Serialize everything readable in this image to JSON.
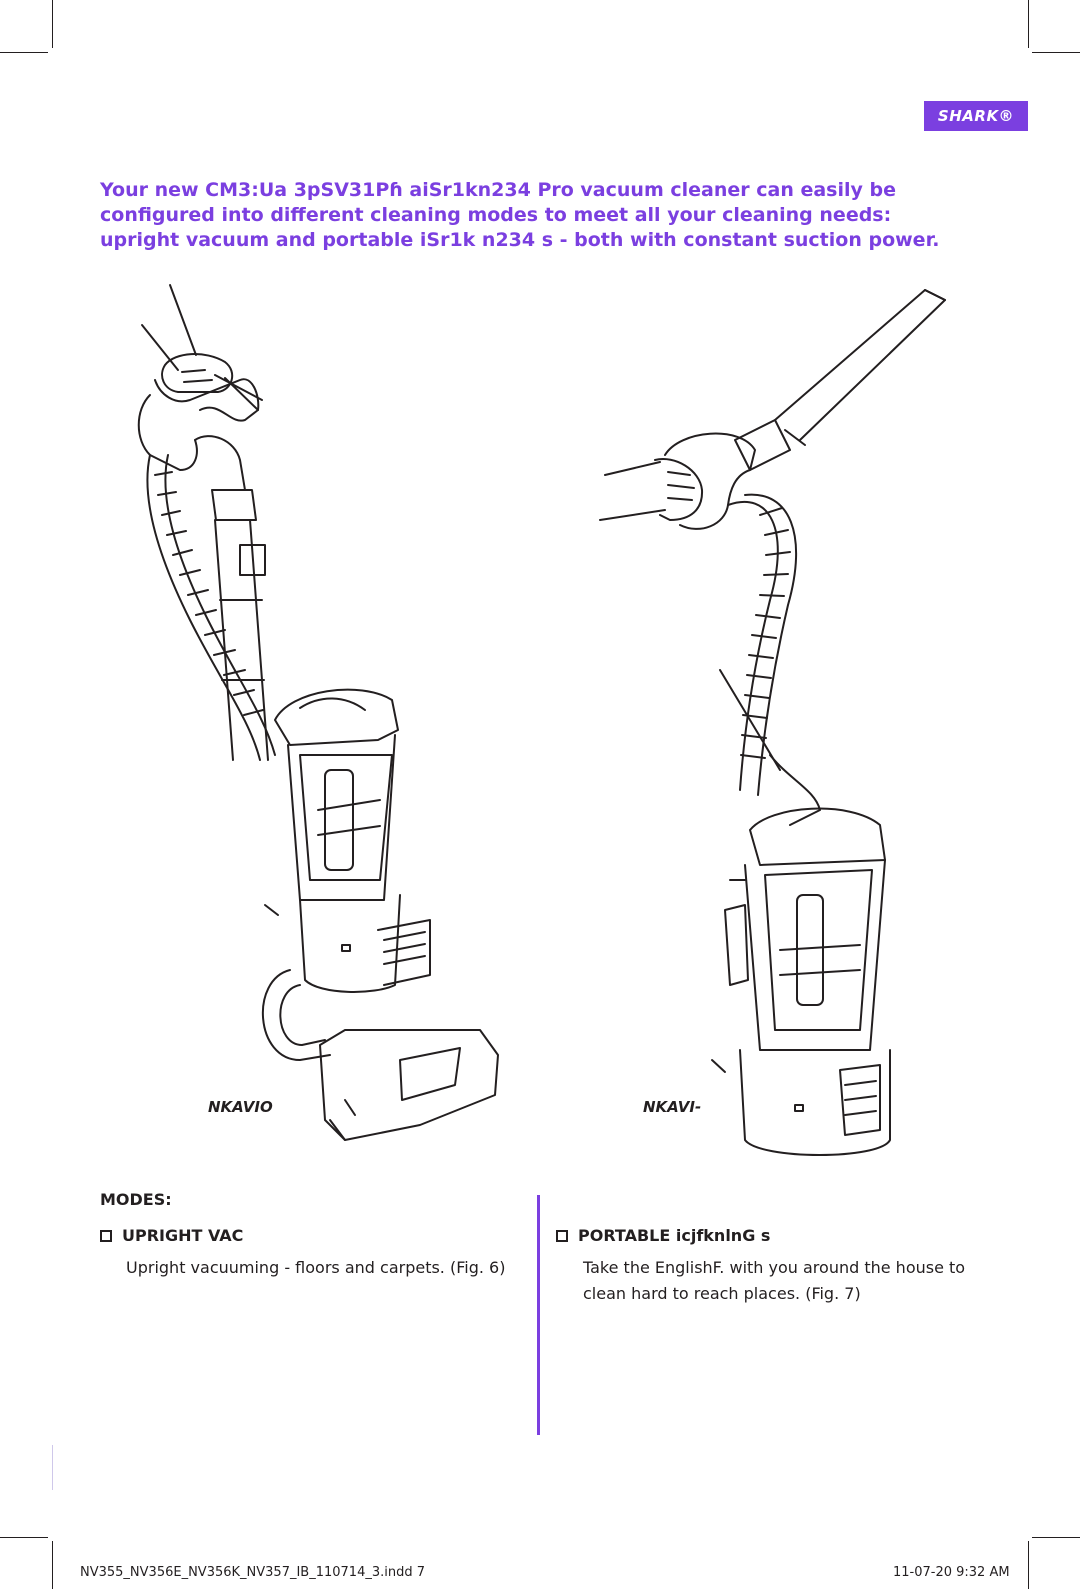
{
  "header": {
    "brand_tab": "SHARK®"
  },
  "intro": {
    "text": "Your new CM3:Ua 3pSV31Pɦ aiSr1kn234 Pro vacuum cleaner can easily be configured into different cleaning modes to meet all your cleaning needs: upright vacuum and portable iSr1k n234 s - both with constant suction power."
  },
  "figures": {
    "fig6_label": "NKAVIO",
    "fig7_label": "NKAVI-"
  },
  "modes": {
    "title": "MODES:",
    "upright": {
      "heading": "UPRIGHT VAC",
      "description": "Upright vacuuming - floors and carpets. (Fig. 6)"
    },
    "portable": {
      "heading": "PORTABLE icjfknlnG s",
      "description": "Take the EnglishF. with you around the house to clean hard to reach places. (Fig. 7)"
    }
  },
  "footer": {
    "file": "NV355_NV356E_NV356K_NV357_IB_110714_3.indd 7",
    "timestamp": "11-07-20 9:32 AM"
  },
  "colors": {
    "accent": "#7b3fe0",
    "text": "#231f20"
  }
}
